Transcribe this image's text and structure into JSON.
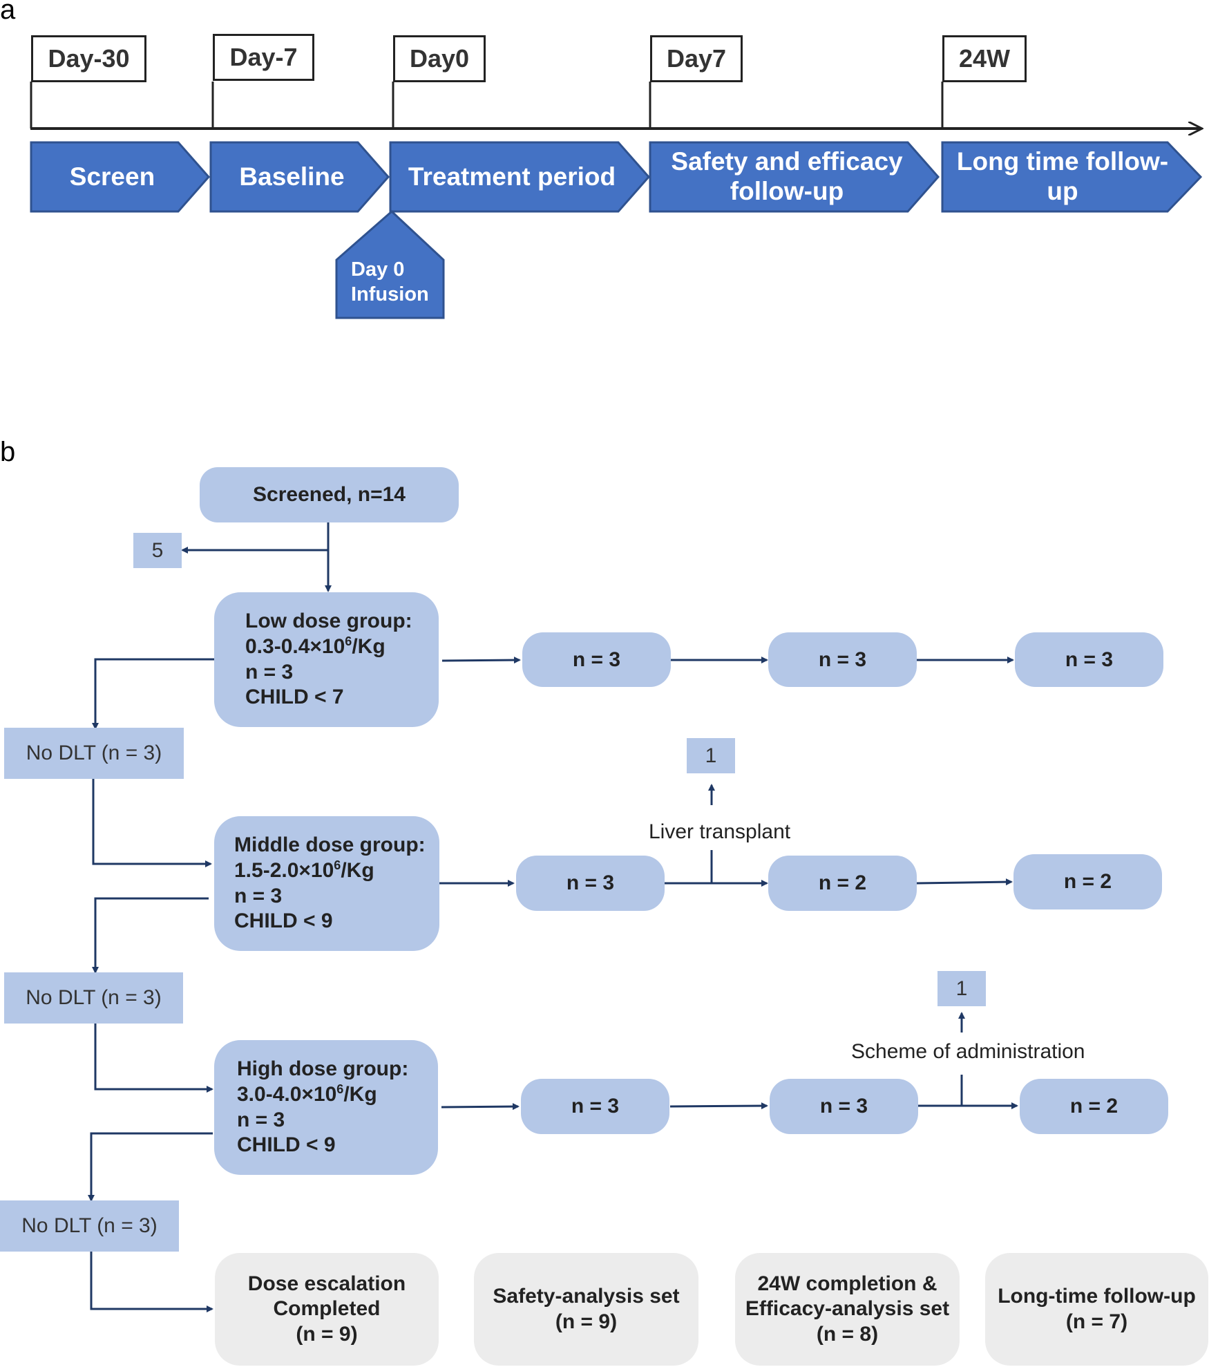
{
  "panel_a": {
    "label": "a",
    "days": [
      "Day-30",
      "Day-7",
      "Day0",
      "Day7",
      "24W"
    ],
    "phases": {
      "screen": "Screen",
      "baseline": "Baseline",
      "treatment": "Treatment period",
      "safety_line1": "Safety and efficacy",
      "safety_line2": "follow-up",
      "long_line1": "Long time follow-",
      "long_line2": "up"
    },
    "infusion": {
      "line1": "Day 0",
      "line2": "Infusion"
    }
  },
  "panel_b": {
    "label": "b",
    "screened": "Screened, n=14",
    "excluded": "5",
    "groups": [
      {
        "name": "Low dose group:",
        "dose_prefix": "0.3-0.4×10",
        "dose_exp": "6",
        "dose_suffix": "/Kg",
        "n": "n = 3",
        "child": "CHILD < 7"
      },
      {
        "name": "Middle dose group:",
        "dose_prefix": "1.5-2.0×10",
        "dose_exp": "6",
        "dose_suffix": "/Kg",
        "n": "n = 3",
        "child": "CHILD < 9"
      },
      {
        "name": "High dose group:",
        "dose_prefix": "3.0-4.0×10",
        "dose_exp": "6",
        "dose_suffix": "/Kg",
        "n": "n = 3",
        "child": "CHILD < 9"
      }
    ],
    "no_dlt": [
      "No DLT (n = 3)",
      "No DLT (n = 3)",
      "No DLT (n = 3)"
    ],
    "low_row": [
      "n = 3",
      "n = 3",
      "n = 3"
    ],
    "middle_row": [
      "n = 3",
      "n = 2",
      "n = 2"
    ],
    "high_row": [
      "n = 3",
      "n = 3",
      "n = 2"
    ],
    "liver_transplant": {
      "label": "Liver transplant",
      "count": "1"
    },
    "scheme": {
      "label": "Scheme of administration",
      "count": "1"
    },
    "bottom": [
      {
        "line1": "Dose escalation",
        "line2": "Completed",
        "line3": "(n = 9)"
      },
      {
        "line1": "Safety-analysis set",
        "line2": "(n = 9)"
      },
      {
        "line1": "24W completion &",
        "line2": "Efficacy-analysis set",
        "line3": "(n = 8)"
      },
      {
        "line1": "Long-time follow-up",
        "line2": "(n = 7)"
      }
    ]
  },
  "colors": {
    "phase_fill": "#4472c4",
    "phase_stroke": "#2f528f",
    "box_fill": "#b4c7e7",
    "gray_fill": "#ececec",
    "arrow": "#1f3864"
  }
}
